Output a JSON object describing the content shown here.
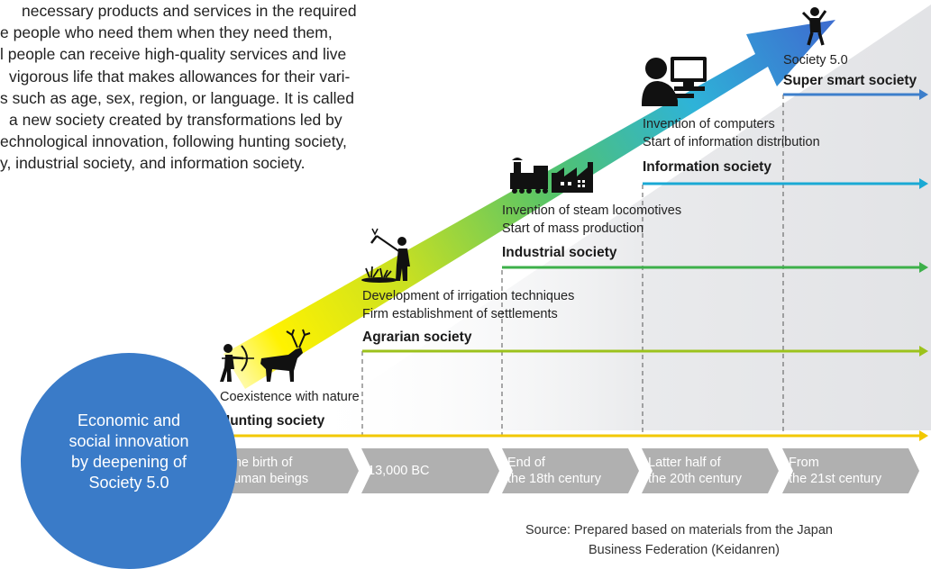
{
  "intro_lines": [
    "necessary products and services in the required",
    "e people who need them when they need them,",
    "l people can receive high-quality services and live",
    "vigorous life that makes allowances for their vari-",
    "s such as age, sex, region, or language. It is called",
    "a new society created by transformations led by",
    "echnological innovation, following hunting society,",
    "y, industrial society, and information society."
  ],
  "stages": [
    {
      "name": "Hunting society",
      "caption": [
        "Coexistence with nature"
      ],
      "line_color": "#f2c800"
    },
    {
      "name": "Agrarian society",
      "caption": [
        "Development of irrigation techniques",
        "Firm establishment of settlements"
      ],
      "line_color": "#9cc21c"
    },
    {
      "name": "Industrial society",
      "caption": [
        "Invention of steam locomotives",
        "Start of mass production"
      ],
      "line_color": "#3db04a"
    },
    {
      "name": "Information society",
      "caption": [
        "Invention of computers",
        "Start of information distribution"
      ],
      "line_color": "#1aa9d4"
    },
    {
      "name": "Super smart society",
      "caption": [
        "Society 5.0"
      ],
      "line_color": "#3d7fcb"
    }
  ],
  "eras": [
    [
      "The birth of",
      "human beings"
    ],
    [
      "13,000 BC"
    ],
    [
      "End of",
      "the 18th century"
    ],
    [
      "Latter half of",
      "the 20th century"
    ],
    [
      "From",
      "the 21st century"
    ]
  ],
  "circle_text": [
    "Economic and",
    "social innovation",
    "by deepening of",
    "Society 5.0"
  ],
  "source_lines": [
    "Source: Prepared based on materials from the Japan",
    "Business Federation (Keidanren)"
  ],
  "colors": {
    "circle": "#3a7bc8",
    "era_box": "#b0b0b0",
    "arrow_gradient": [
      "#fff200",
      "#c9e021",
      "#52c36b",
      "#2eb3d8",
      "#3d6fd0"
    ],
    "background_wedge": "#e6e7ea"
  },
  "icons": [
    "hunter-with-bow-icon",
    "deer-icon",
    "farmer-with-hoe-icon",
    "plant-icon",
    "steam-locomotive-icon",
    "factory-icon",
    "person-at-computer-icon",
    "jumping-person-icon"
  ]
}
